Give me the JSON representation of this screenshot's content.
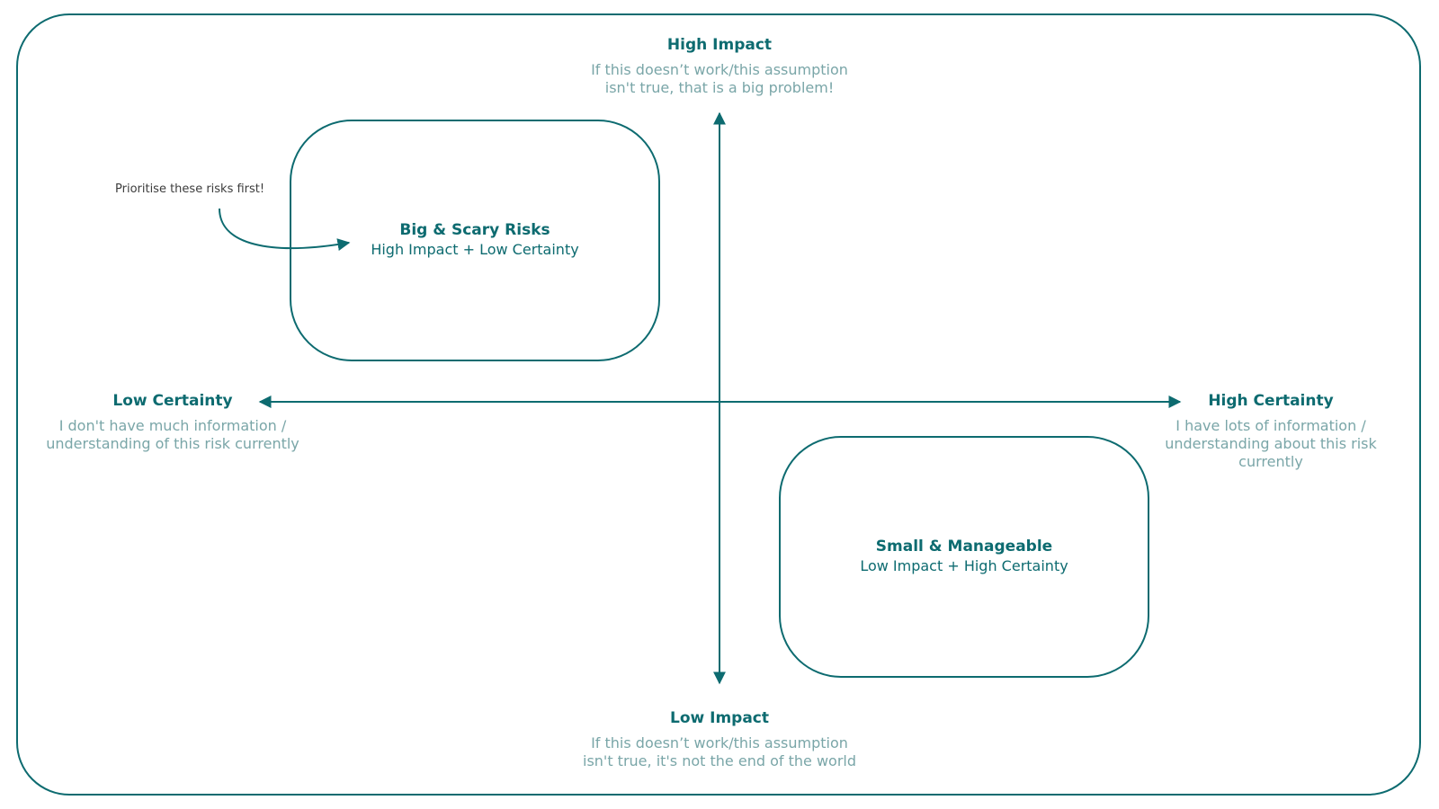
{
  "colors": {
    "accent": "#0d6b70",
    "muted_text": "#7aa6a8",
    "note_text": "#3c3c3c",
    "background": "#ffffff"
  },
  "axes": {
    "top": {
      "title": "High Impact",
      "description": "If this doesn’t work/this assumption isn't true, that is a big problem!"
    },
    "bottom": {
      "title": "Low Impact",
      "description": "If this doesn’t work/this assumption isn't true, it's not the end of the world"
    },
    "left": {
      "title": "Low Certainty",
      "description": "I don't have much information / understanding of this risk currently"
    },
    "right": {
      "title": "High Certainty",
      "description": "I have lots of information / understanding about this risk currently"
    }
  },
  "quadrant_boxes": {
    "big_scary": {
      "title": "Big & Scary Risks",
      "subtitle": "High Impact + Low Certainty"
    },
    "small_manageable": {
      "title": "Small & Manageable",
      "subtitle": "Low Impact + High Certainty"
    }
  },
  "annotation": {
    "text": "Prioritise these risks first!"
  }
}
